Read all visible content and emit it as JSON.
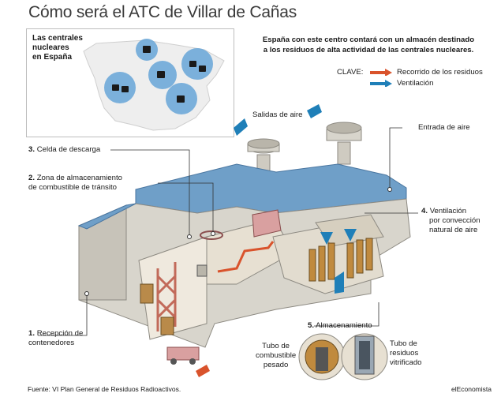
{
  "title": "Cómo será el ATC de Villar de Cañas",
  "map": {
    "label_line1": "Las centrales",
    "label_line2": "nucleares",
    "label_line3": "en España"
  },
  "intro": {
    "line1": "España con este centro contará con un almacén destinado",
    "line2": "a los residuos de alta actividad de las centrales nucleares."
  },
  "legend": {
    "title": "CLAVE:",
    "items": [
      {
        "label": "Recorrido de los residuos",
        "color": "#d9532c"
      },
      {
        "label": "Ventilación",
        "color": "#1f7fb8"
      }
    ]
  },
  "labels": {
    "salidas": "Salidas de aire",
    "entrada": "Entrada de aire",
    "celda_num": "3.",
    "celda": "Celda de descarga",
    "zona_num": "2.",
    "zona_line1": "Zona de almacenamiento",
    "zona_line2": "de combustible de tránsito",
    "vent_num": "4.",
    "vent_line1": "Ventilación",
    "vent_line2": "por convección",
    "vent_line3": "natural de aire",
    "recep_num": "1.",
    "recep_line1": "Recepción de",
    "recep_line2": "contenedores",
    "almac_num": "5.",
    "almac": "Almacenamiento",
    "tubo1_line1": "Tubo de",
    "tubo1_line2": "combustible",
    "tubo1_line3": "pesado",
    "tubo2_line1": "Tubo de",
    "tubo2_line2": "residuos",
    "tubo2_line3": "vitrificado"
  },
  "footer": {
    "source": "Fuente: VI  Plan General de Residuos Radioactivos.",
    "brand": "elEconomista"
  },
  "colors": {
    "roof": "#6f9fc8",
    "wall": "#d8d5cc",
    "wall_dark": "#b9b5aa",
    "accent_orange": "#d9532c",
    "accent_blue": "#1f7fb8",
    "map_circle": "#6ea8d8"
  }
}
